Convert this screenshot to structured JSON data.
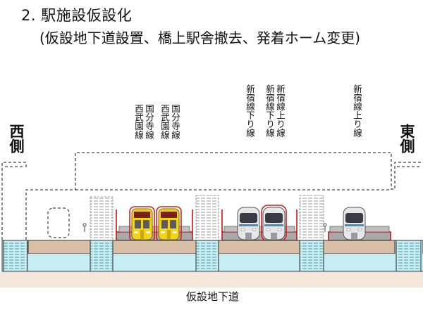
{
  "title": {
    "heading": "2.  駅施設仮設化",
    "subheading": "(仮設地下道設置、橋上駅舎撤去、発着ホーム変更)"
  },
  "labels": {
    "west": "西側",
    "east": "東側",
    "track1": "西武園線",
    "track2": "国分寺線",
    "track3": "西武園線",
    "track4": "国分寺線",
    "track5": "新宿線下り線",
    "track6": "新宿線下り線",
    "track7": "新宿線上り線",
    "track8": "新宿線上り線",
    "underpass": "仮設地下道"
  },
  "colors": {
    "underpass_fill": "#c6eef3",
    "ground_fill": "#d9bfa6",
    "platform_outline": "#c01818",
    "train_yellow": "#f2d21a",
    "train_white": "#e7e7ea",
    "train_blue": "#3f8fc8"
  }
}
